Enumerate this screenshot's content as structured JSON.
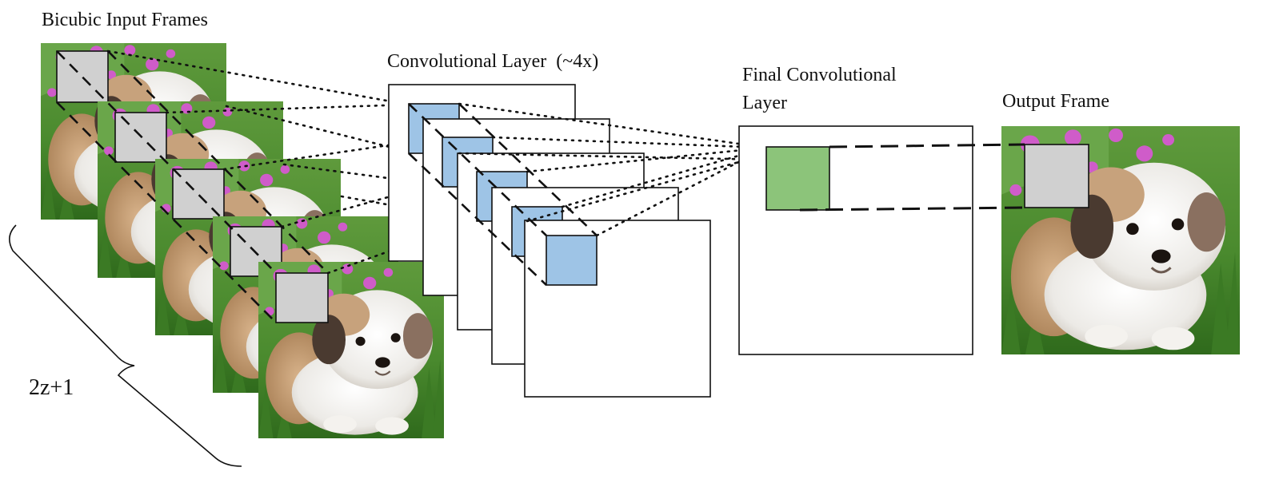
{
  "labels": {
    "input_frames": "Bicubic Input Frames",
    "conv_layer": "Convolutional Layer  (~4x)",
    "final_conv_line1": "Final Convolutional",
    "final_conv_line2": "Layer",
    "output_frame": "Output Frame",
    "frame_count": "2z+1"
  },
  "colors": {
    "patch_input": "#d0d0d0",
    "patch_conv": "#9ec4e6",
    "patch_final": "#8cc47a",
    "patch_output": "#d0d0d0",
    "stroke": "#111111"
  },
  "structure": {
    "input_frame_count": 5,
    "conv_layer_count": 5,
    "final_layer_count": 1,
    "output_frame_count": 1,
    "frame_image": "puppy-on-grass-with-pink-flowers"
  }
}
